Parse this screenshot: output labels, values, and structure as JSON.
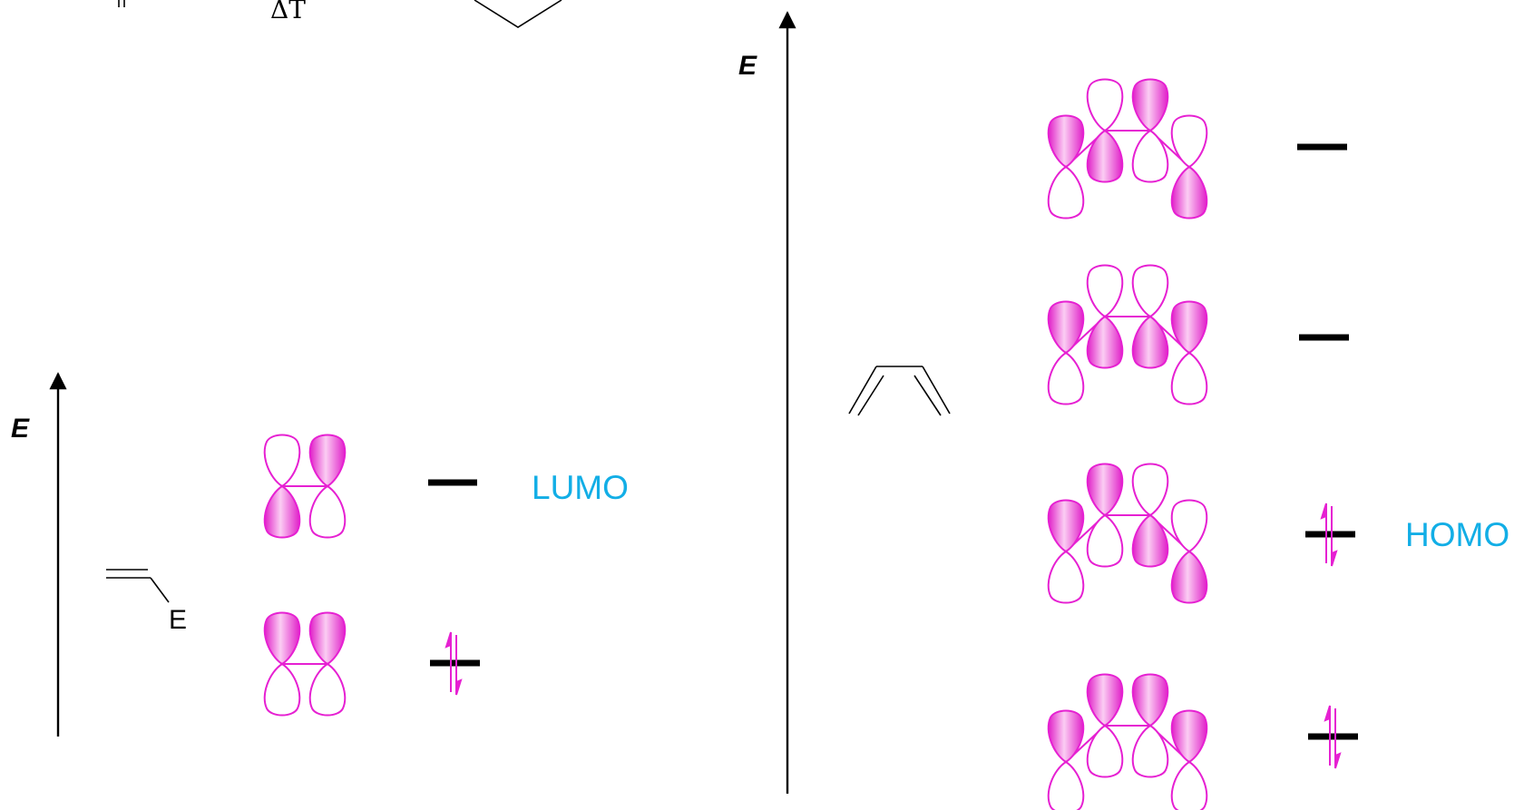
{
  "left_panel": {
    "axis_label": "E",
    "substituent_label": "E",
    "lumo_label": "LUMO"
  },
  "right_panel": {
    "axis_label": "E",
    "homo_label": "HOMO"
  },
  "top_fragment": {
    "condition_label": "ΔT"
  },
  "colors": {
    "orbital": "#e620d2",
    "label": "#12aee6",
    "line": "#000000"
  }
}
